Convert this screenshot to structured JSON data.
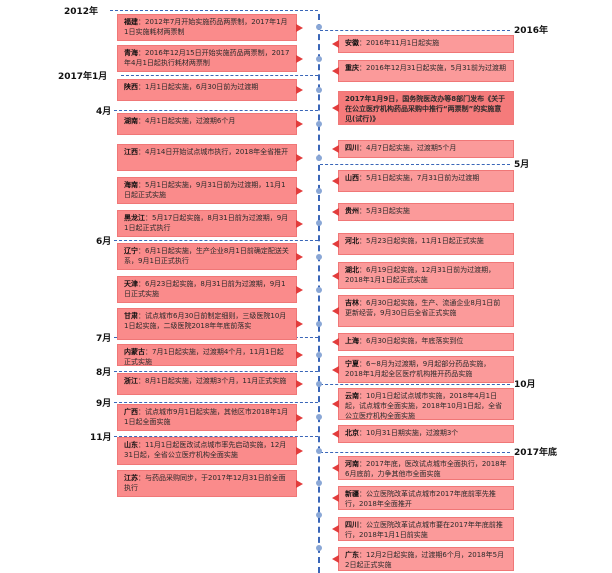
{
  "left_events": [
    {
      "region": "福建",
      "text": "2012年7月开始实施药品两票制，2017年1月1日实施耗材两票制"
    },
    {
      "region": "青海",
      "text": "2016年12月15日开始实施药品两票制，2017年4月1日起执行耗材两票制"
    },
    {
      "region": "陕西",
      "text": "1月1日起实施，6月30日前为过渡期"
    },
    {
      "region": "湖南",
      "text": "4月1日起实施，过渡期6个月"
    },
    {
      "region": "江西",
      "text": "4月14日开始试点城市执行，2018年全省推开"
    },
    {
      "region": "海南",
      "text": "5月1日起实施，9月31日前为过渡期，11月1日起正式实施"
    },
    {
      "region": "黑龙江",
      "text": "5月17日起实施，8月31日前为过渡期，9月1日起正式执行"
    },
    {
      "region": "辽宁",
      "text": "6月1日起实施，生产企业8月1日前确定配送关系，9月1日正式执行"
    },
    {
      "region": "天津",
      "text": "6月23日起实施，8月31日前为过渡期，9月1日正式实施"
    },
    {
      "region": "甘肃",
      "text": "试点城市6月30日前制定细则，三级医院10月1日起实施，二级医院2018年年底前落实"
    },
    {
      "region": "内蒙古",
      "text": "7月1日起实施，过渡期4个月，11月1日起正式实施"
    },
    {
      "region": "浙江",
      "text": "8月1日起实施，过渡期3个月，11月正式实施"
    },
    {
      "region": "广西",
      "text": "试点城市9月1日起实施，其他区市2018年1月1日起全面实施"
    },
    {
      "region": "山东",
      "text": "11月1日起医改试点城市率先启动实施，12月31日起，全省公立医疗机构全面实施"
    },
    {
      "region": "江苏",
      "text": "与药品采购同步，于2017年12月31日前全面执行"
    }
  ],
  "right_events": [
    {
      "region": "安徽",
      "text": "2016年11月1日起实施"
    },
    {
      "region": "重庆",
      "text": "2016年12月31日起实施，5月31前为过渡期"
    },
    {
      "region": "",
      "text": "2017年1月9日，国务院医改办等8部门发布《关于在公立医疗机构药品采购中推行“两票制”的实施意见(试行)》"
    },
    {
      "region": "四川",
      "text": "4月7日起实施，过渡期5个月"
    },
    {
      "region": "山西",
      "text": "5月1日起实施，7月31日前为过渡期"
    },
    {
      "region": "贵州",
      "text": "5月3日起实施"
    },
    {
      "region": "河北",
      "text": "5月23日起实施，11月1日起正式实施"
    },
    {
      "region": "湖北",
      "text": "6月19日起实施，12月31日前为过渡期，2018年1月1日起正式实施"
    },
    {
      "region": "吉林",
      "text": "6月30日起实施，生产、流通企业8月1日前更新经营，9月30日后全省正式实施"
    },
    {
      "region": "上海",
      "text": "6月30日起实施，年底落实到位"
    },
    {
      "region": "宁夏",
      "text": "6~8月为过渡期，9月起部分药品实施，2018年1月起全区医疗机构推开药品实施"
    },
    {
      "region": "云南",
      "text": "10月1日起试点城市实施，2018年4月1日起，试点城市全面实施，2018年10月1日起，全省公立医疗机构全面实施"
    },
    {
      "region": "北京",
      "text": "10月31日期实施，过渡期3个"
    },
    {
      "region": "河南",
      "text": "2017年底，医改试点城市全面执行，2018年6月底前，力争其他市全面实施"
    },
    {
      "region": "新疆",
      "text": "公立医院改革试点城市2017年底前率先推行，2018年全面推开"
    },
    {
      "region": "四川",
      "text": "公立医院改革试点城市要在2017年年底前推行，2018年1月1日前实施"
    },
    {
      "region": "广东",
      "text": "12月2日起实施，过渡期6个月，2018年5月2日起正式实施"
    }
  ],
  "left_dates": [
    "2012年",
    "2017年1月",
    "4月",
    "6月",
    "7月",
    "8月",
    "9月",
    "11月"
  ],
  "right_dates": [
    "2016年",
    "5月",
    "10月",
    "2017年底"
  ],
  "colors": {
    "box": "#fa8b8b",
    "spine": "#3a66b8",
    "arrow": "#e23c3c"
  }
}
